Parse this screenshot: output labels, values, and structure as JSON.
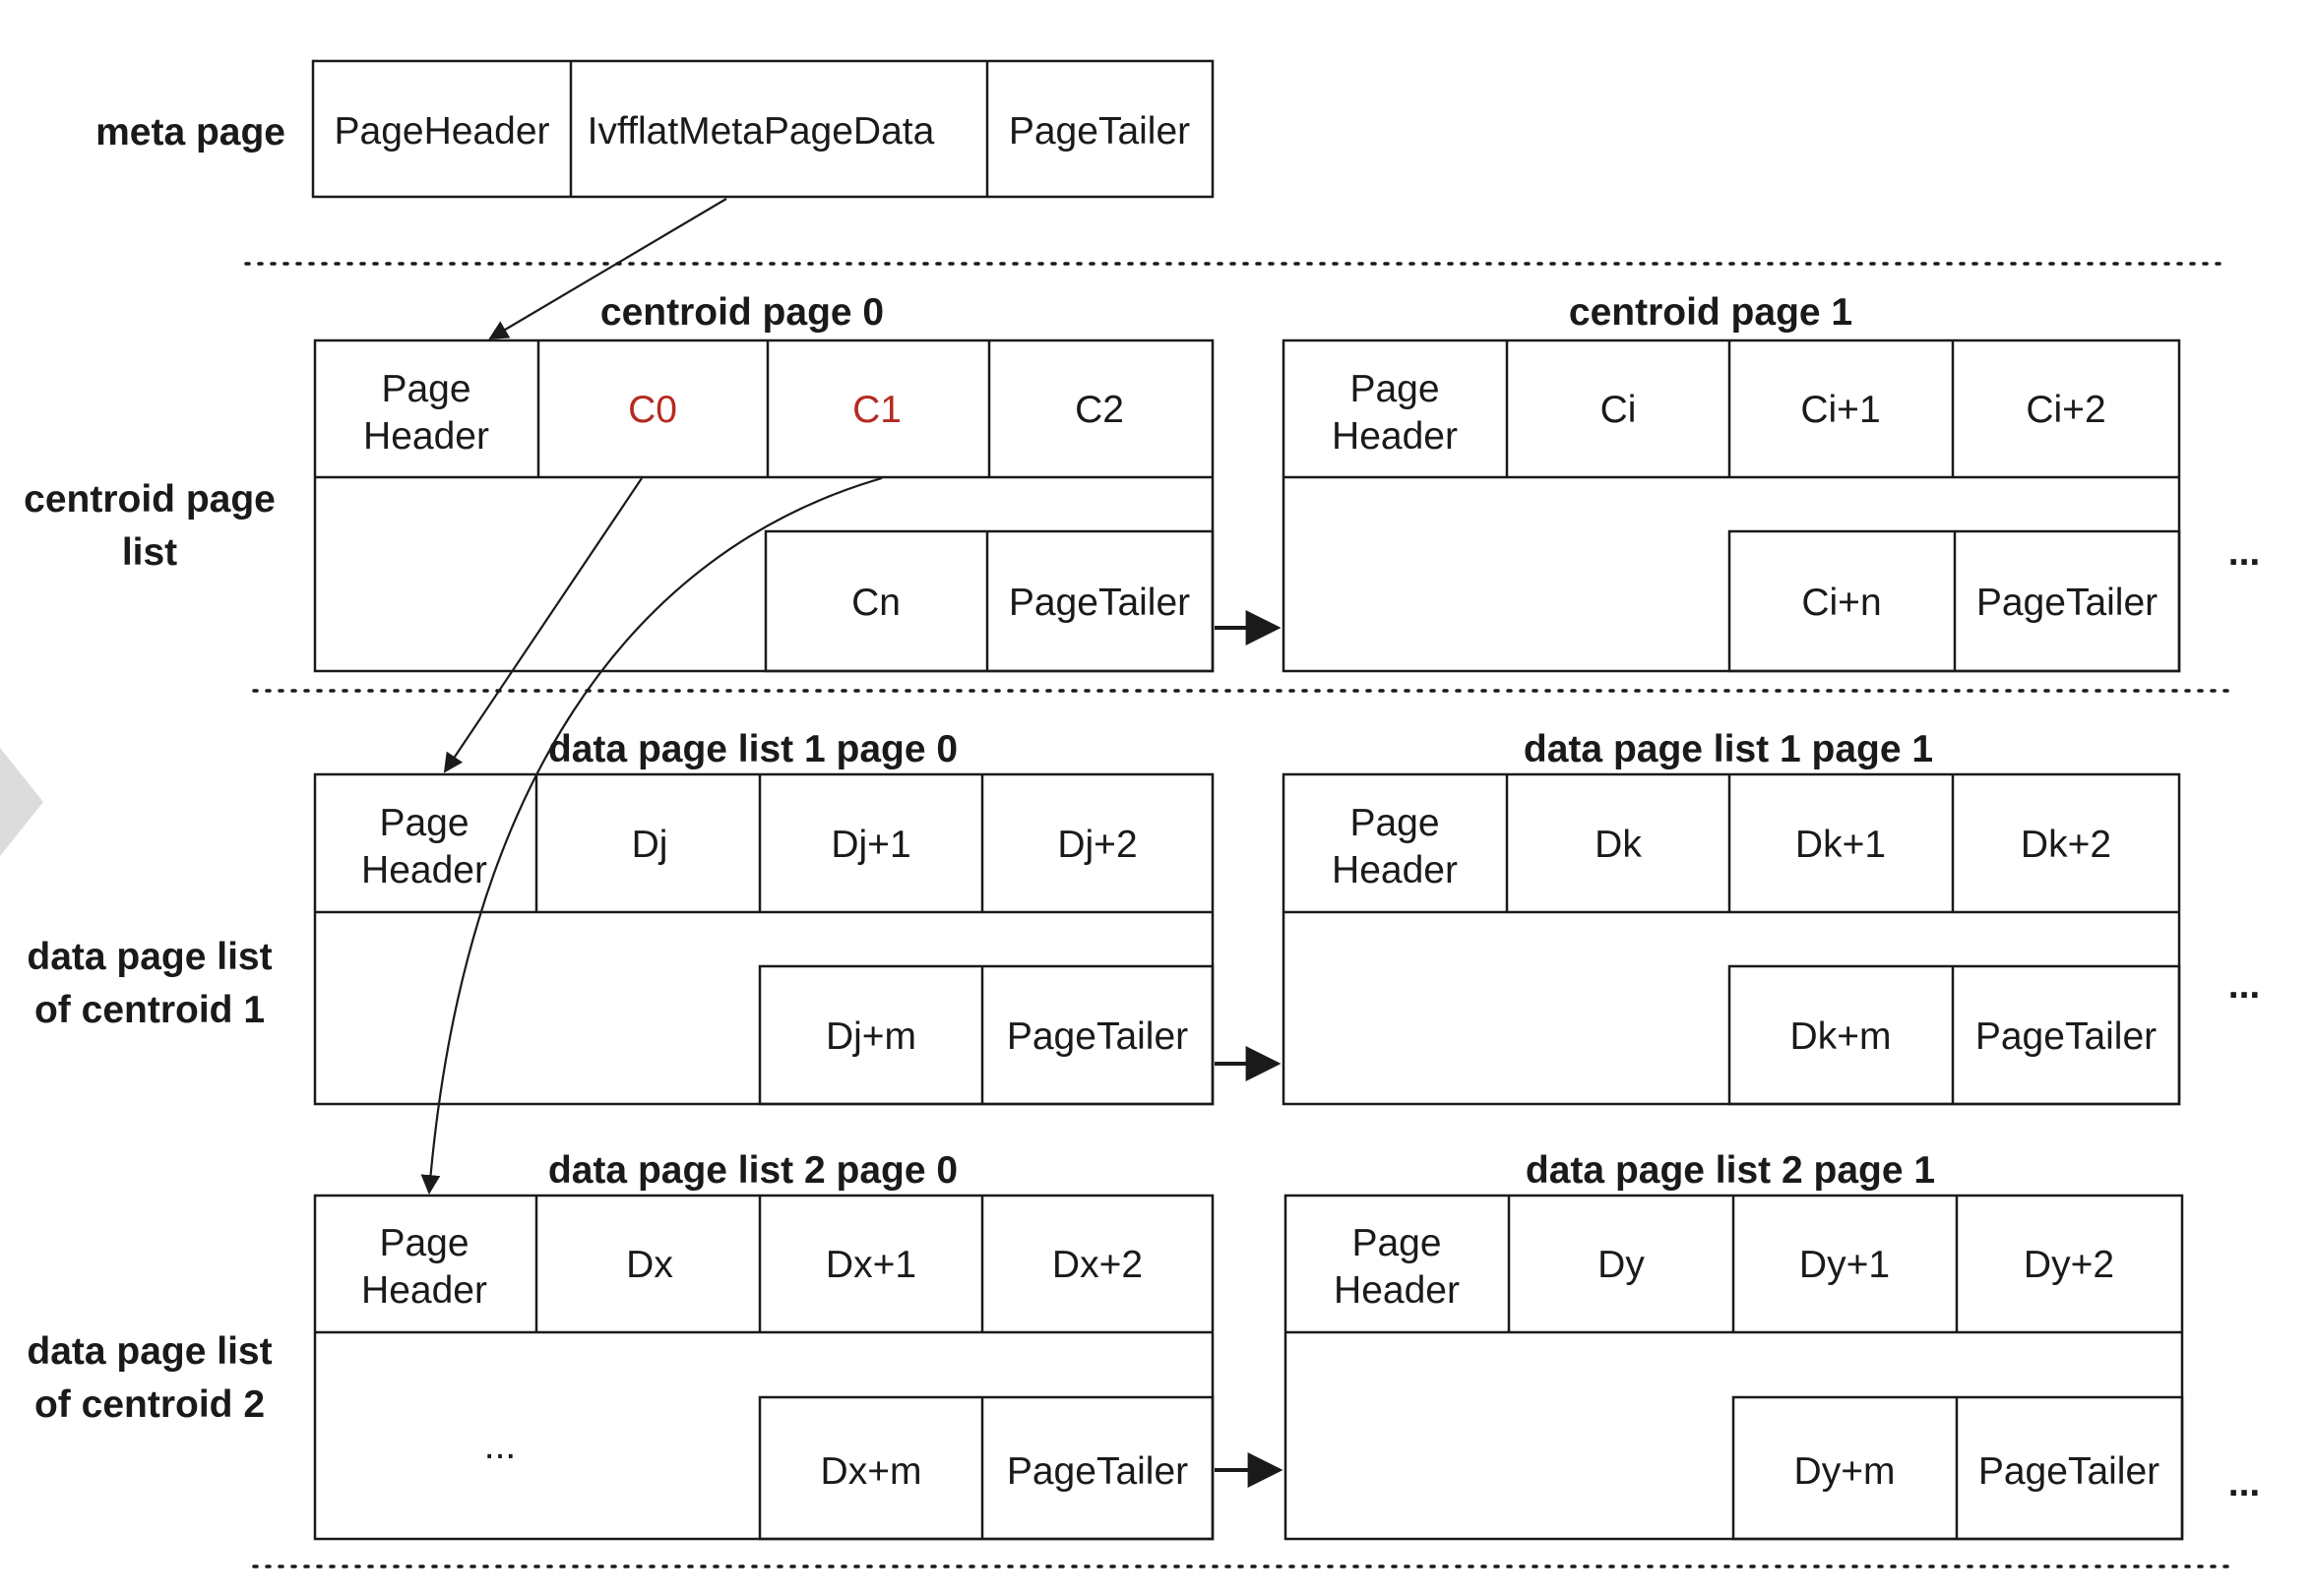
{
  "rows": {
    "meta": {
      "label_lines": [
        "meta page"
      ]
    },
    "centroid": {
      "label_lines": [
        "centroid page",
        "list"
      ]
    },
    "data1": {
      "label_lines": [
        "data page list",
        "of centroid 1"
      ]
    },
    "data2": {
      "label_lines": [
        "data page list",
        "of centroid 2"
      ]
    }
  },
  "meta_page": {
    "cells": [
      "PageHeader",
      "IvfflatMetaPageData",
      "PageTailer"
    ]
  },
  "centroid_pages": [
    {
      "title": "centroid page 0",
      "header_lines": [
        "Page",
        "Header"
      ],
      "top_cells": [
        "C0",
        "C1",
        "C2"
      ],
      "bottom_cells": [
        "Cn",
        "PageTailer"
      ],
      "highlight": [
        true,
        true,
        false
      ]
    },
    {
      "title": "centroid page 1",
      "header_lines": [
        "Page",
        "Header"
      ],
      "top_cells": [
        "Ci",
        "Ci+1",
        "Ci+2"
      ],
      "bottom_cells": [
        "Ci+n",
        "PageTailer"
      ],
      "highlight": [
        false,
        false,
        false
      ]
    }
  ],
  "data1_pages": [
    {
      "title": "data page list 1 page 0",
      "header_lines": [
        "Page",
        "Header"
      ],
      "top_cells": [
        "Dj",
        "Dj+1",
        "Dj+2"
      ],
      "bottom_cells": [
        "Dj+m",
        "PageTailer"
      ]
    },
    {
      "title": "data page list 1 page 1",
      "header_lines": [
        "Page",
        "Header"
      ],
      "top_cells": [
        "Dk",
        "Dk+1",
        "Dk+2"
      ],
      "bottom_cells": [
        "Dk+m",
        "PageTailer"
      ]
    }
  ],
  "data2_pages": [
    {
      "title": "data page list 2 page 0",
      "header_lines": [
        "Page",
        "Header"
      ],
      "top_cells": [
        "Dx",
        "Dx+1",
        "Dx+2"
      ],
      "bottom_cells": [
        "Dx+m",
        "PageTailer"
      ],
      "filler": "..."
    },
    {
      "title": "data page list 2 page 1",
      "header_lines": [
        "Page",
        "Header"
      ],
      "top_cells": [
        "Dy",
        "Dy+1",
        "Dy+2"
      ],
      "bottom_cells": [
        "Dy+m",
        "PageTailer"
      ]
    }
  ],
  "continuation_marks": [
    "...",
    "...",
    "..."
  ],
  "colors": {
    "line": "#1a1a1a",
    "highlight": "#b52a20",
    "watermark": "#d9d9d9"
  }
}
